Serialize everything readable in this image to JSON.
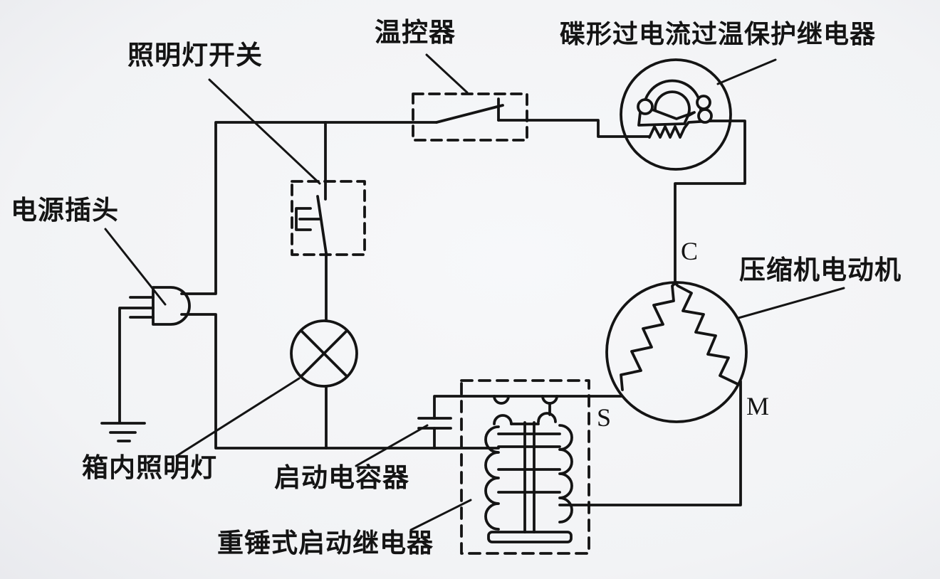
{
  "diagram": {
    "type": "refrigerator-electrical-schematic",
    "labels": {
      "lamp_switch": "照明灯开关",
      "thermostat": "温控器",
      "protector_relay": "碟形过电流过温保护继电器",
      "power_plug": "电源插头",
      "compressor_motor": "压缩机电动机",
      "interior_lamp": "箱内照明灯",
      "start_capacitor": "启动电容器",
      "start_relay": "重锤式启动继电器"
    },
    "terminals": {
      "common": "C",
      "start": "S",
      "main": "M"
    },
    "components": [
      "power-plug",
      "ground",
      "lamp-door-switch",
      "interior-lamp",
      "thermostat-switch",
      "disc-overload-protector",
      "compressor-motor",
      "start-capacitor",
      "heavy-hammer-start-relay"
    ],
    "colors": {
      "line": "#141414",
      "background": "#f3f4f6"
    }
  }
}
